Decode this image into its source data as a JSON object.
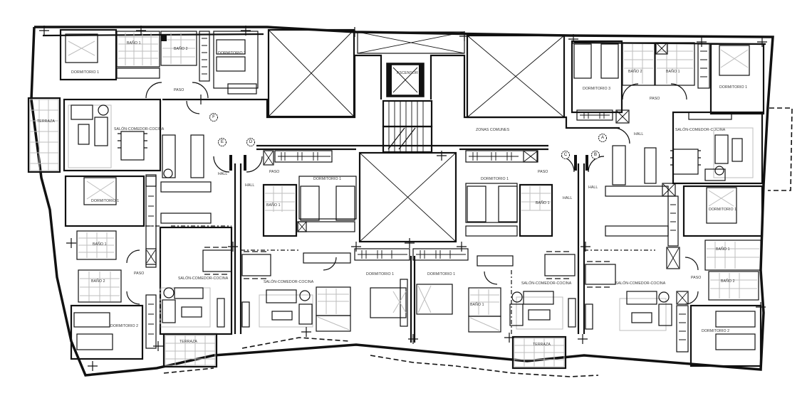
{
  "plan": {
    "type": "architectural-floor-plan",
    "common": {
      "zonas_comunes": "ZONAS COMUNES",
      "ascensor": "ASCENSOR"
    },
    "unit_markers": [
      "A",
      "B",
      "C",
      "D",
      "E",
      "F"
    ],
    "apartments": {
      "F": {
        "dormitorio_1": "DORMITORIO 1",
        "dormitorio_2": "DORMITORIO 2",
        "bano_1": "BAÑO 1",
        "bano_2": "BAÑO 2",
        "paso": "PASO",
        "salon": "SALÓN-COMEDOR-COCINA",
        "terraza": "TERRAZA"
      },
      "E": {
        "dormitorio_1": "DORMITORIO 1",
        "dormitorio_2": "DORMITORIO 2",
        "bano_1": "BAÑO 1",
        "bano_2": "BAÑO 2",
        "paso": "PASO",
        "salon": "SALÓN-COMEDOR-COCINA",
        "terraza": "TERRAZA"
      },
      "D": {
        "hall": "HALL",
        "paso": "PASO",
        "dormitorio_1": "DORMITORIO 1",
        "bano_1": "BAÑO 1",
        "salon": "SALÓN-COMEDOR-COCINA",
        "dormitorio_main": "DORMITORIO 1"
      },
      "C": {
        "hall": "HALL",
        "paso": "PASO",
        "dormitorio_1": "DORMITORIO 1",
        "bano_1": "BAÑO 1",
        "salon": "SALÓN-COMEDOR-COCINA",
        "terraza": "TERRAZA",
        "dormitorio_main": "DORMITORIO 1"
      },
      "B": {
        "hall": "HALL",
        "dormitorio_1": "DORMITORIO 1",
        "dormitorio_2": "DORMITORIO 2",
        "bano_1": "BAÑO 1",
        "bano_2": "BAÑO 2",
        "paso": "PASO",
        "salon": "SALÓN-COMEDOR-COCINA"
      },
      "A": {
        "hall": "HALL",
        "dormitorio_1": "DORMITORIO 1",
        "dormitorio_3": "DORMITORIO 3",
        "bano_1": "BAÑO 1",
        "bano_2": "BAÑO 2",
        "paso": "PASO",
        "salon": "SALÓN-COMEDOR-COCINA"
      }
    },
    "hall_left_1": "HALL",
    "hall_left_2": "HALL",
    "hall_right_1": "HALL",
    "hall_right_2": "HALL",
    "colors": {
      "wall": "#111111",
      "furniture_gray": "#bdbdbd",
      "background": "#ffffff"
    }
  }
}
